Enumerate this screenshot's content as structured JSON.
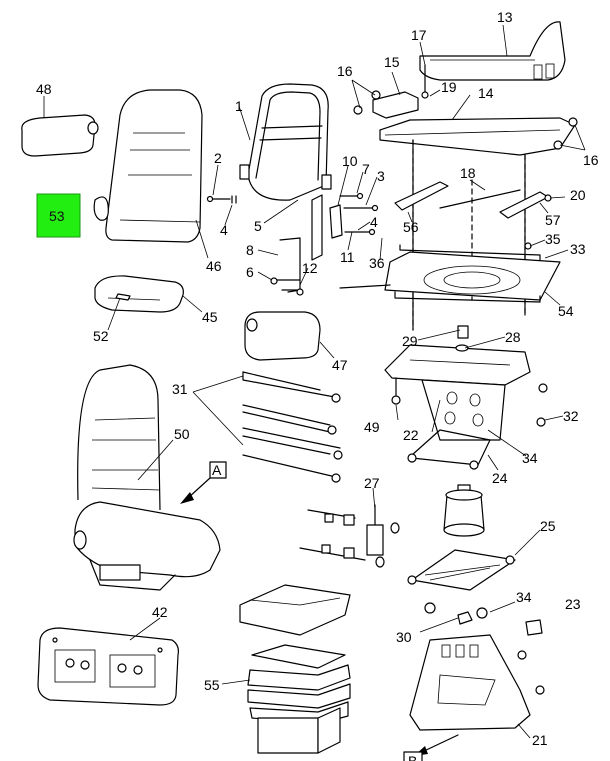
{
  "diagram": {
    "highlight_color": "#22ee11",
    "callouts": [
      {
        "id": "48",
        "text": "48"
      },
      {
        "id": "53",
        "text": "53"
      },
      {
        "id": "46",
        "text": "46"
      },
      {
        "id": "1",
        "text": "1"
      },
      {
        "id": "2",
        "text": "2"
      },
      {
        "id": "4a",
        "text": "4"
      },
      {
        "id": "5",
        "text": "5"
      },
      {
        "id": "10",
        "text": "10"
      },
      {
        "id": "7",
        "text": "7"
      },
      {
        "id": "3",
        "text": "3"
      },
      {
        "id": "4b",
        "text": "4"
      },
      {
        "id": "8",
        "text": "8"
      },
      {
        "id": "6",
        "text": "6"
      },
      {
        "id": "12",
        "text": "12"
      },
      {
        "id": "11",
        "text": "11"
      },
      {
        "id": "36",
        "text": "36"
      },
      {
        "id": "16a",
        "text": "16"
      },
      {
        "id": "15",
        "text": "15"
      },
      {
        "id": "17",
        "text": "17"
      },
      {
        "id": "19",
        "text": "19"
      },
      {
        "id": "13",
        "text": "13"
      },
      {
        "id": "14",
        "text": "14"
      },
      {
        "id": "16b",
        "text": "16"
      },
      {
        "id": "18",
        "text": "18"
      },
      {
        "id": "20",
        "text": "20"
      },
      {
        "id": "56",
        "text": "56"
      },
      {
        "id": "57",
        "text": "57"
      },
      {
        "id": "35",
        "text": "35"
      },
      {
        "id": "33",
        "text": "33"
      },
      {
        "id": "54",
        "text": "54"
      },
      {
        "id": "52",
        "text": "52"
      },
      {
        "id": "45",
        "text": "45"
      },
      {
        "id": "47",
        "text": "47"
      },
      {
        "id": "29",
        "text": "29"
      },
      {
        "id": "28",
        "text": "28"
      },
      {
        "id": "31",
        "text": "31"
      },
      {
        "id": "50",
        "text": "50"
      },
      {
        "id": "49",
        "text": "49"
      },
      {
        "id": "22",
        "text": "22"
      },
      {
        "id": "32",
        "text": "32"
      },
      {
        "id": "34a",
        "text": "34"
      },
      {
        "id": "24",
        "text": "24"
      },
      {
        "id": "A",
        "text": "A"
      },
      {
        "id": "27",
        "text": "27"
      },
      {
        "id": "25",
        "text": "25"
      },
      {
        "id": "42",
        "text": "42"
      },
      {
        "id": "34b",
        "text": "34"
      },
      {
        "id": "23",
        "text": "23"
      },
      {
        "id": "30",
        "text": "30"
      },
      {
        "id": "55",
        "text": "55"
      },
      {
        "id": "21",
        "text": "21"
      },
      {
        "id": "B",
        "text": "B"
      }
    ]
  }
}
